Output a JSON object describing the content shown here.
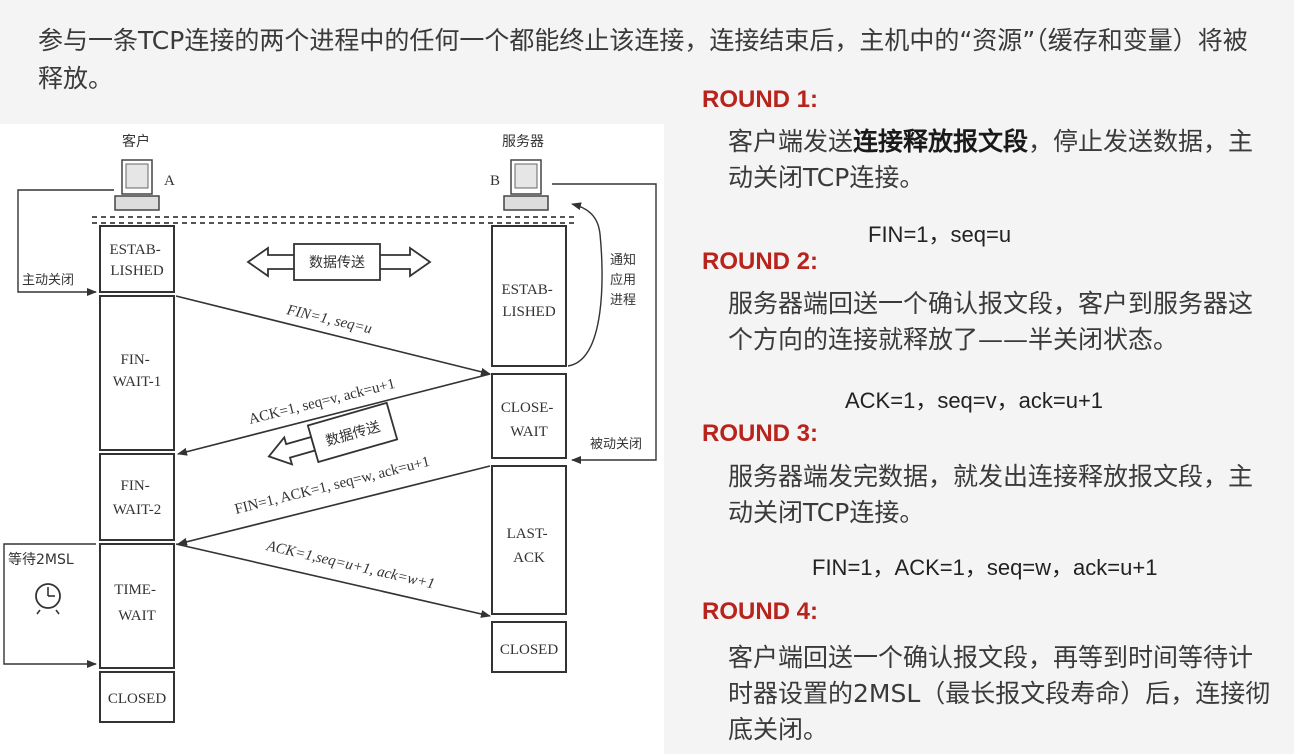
{
  "intro": "参与一条TCP连接的两个进程中的任何一个都能终止该连接，连接结束后，主机中的“资源”（缓存和变量）将被释放。",
  "diagram": {
    "client_label": "客户",
    "server_label": "服务器",
    "client_letter": "A",
    "server_letter": "B",
    "active_close": "主动关闭",
    "notify_app": [
      "通知",
      "应用",
      "进程"
    ],
    "passive_close": "被动关闭",
    "wait_2msl": "等待2MSL",
    "data_transfer_1": "数据传送",
    "data_transfer_2": "数据传送",
    "client_states": [
      [
        "ESTAB-",
        "LISHED"
      ],
      [
        "FIN-",
        "WAIT-1"
      ],
      [
        "FIN-",
        "WAIT-2"
      ],
      [
        "TIME-",
        "WAIT"
      ],
      [
        "CLOSED"
      ]
    ],
    "server_states": [
      [
        "ESTAB-",
        "LISHED"
      ],
      [
        "CLOSE-",
        "WAIT"
      ],
      [
        "LAST-",
        "ACK"
      ],
      [
        "CLOSED"
      ]
    ],
    "segments": [
      "FIN=1, seq=u",
      "ACK=1, seq=v, ack=u+1",
      "FIN=1, ACK=1, seq=w, ack=u+1",
      "ACK=1,seq=u+1, ack=w+1"
    ]
  },
  "rounds": [
    {
      "heading": "ROUND 1:",
      "pre": "客户端发送",
      "bold": "连接释放报文段",
      "post": "，停止发送数据，主动关闭TCP连接。",
      "fields": "FIN=1，seq=u"
    },
    {
      "heading": "ROUND 2:",
      "pre": "服务器端回送一个确认报文段，客户到服务器这个方向的连接就释放了——半关闭状态。",
      "bold": "",
      "post": "",
      "fields": "ACK=1，seq=v，ack=u+1"
    },
    {
      "heading": "ROUND 3:",
      "pre": "服务器端发完数据，就发出连接释放报文段，主动关闭TCP连接。",
      "bold": "",
      "post": "",
      "fields": "FIN=1，ACK=1，seq=w，ack=u+1"
    },
    {
      "heading": "ROUND 4:",
      "pre": "客户端回送一个确认报文段，再等到时间等待计时器设置的2MSL（最长报文段寿命）后，连接彻底关闭。",
      "bold": "",
      "post": "",
      "fields": ""
    }
  ]
}
